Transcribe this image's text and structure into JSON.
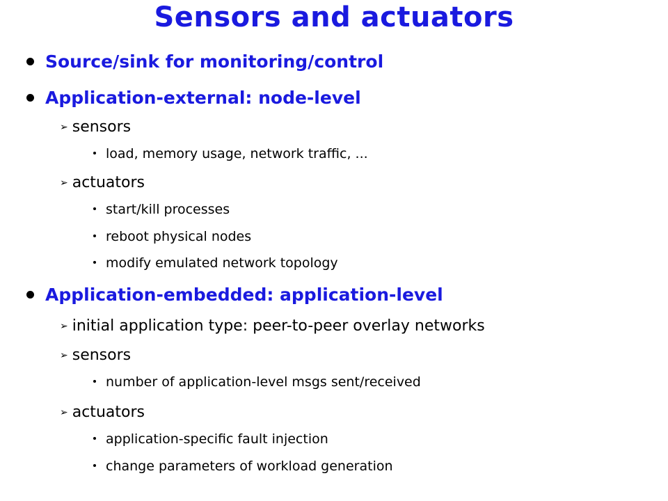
{
  "title": "Sensors and actuators",
  "items": [
    {
      "level": 1,
      "text": "Source/sink for monitoring/control"
    },
    {
      "level": 1,
      "text": "Application-external: node-level"
    },
    {
      "level": 2,
      "text": "sensors"
    },
    {
      "level": 3,
      "text": "load, memory usage, network traffic, ..."
    },
    {
      "level": 2,
      "text": "actuators"
    },
    {
      "level": 3,
      "text": "start/kill processes"
    },
    {
      "level": 3,
      "text": "reboot physical nodes"
    },
    {
      "level": 3,
      "text": "modify emulated network topology"
    },
    {
      "level": 1,
      "text": "Application-embedded: application-level"
    },
    {
      "level": 2,
      "text": "initial application type: peer-to-peer overlay networks"
    },
    {
      "level": 2,
      "text": "sensors"
    },
    {
      "level": 3,
      "text": "number of application-level msgs sent/received"
    },
    {
      "level": 2,
      "text": "actuators"
    },
    {
      "level": 3,
      "text": "application-specific fault injection"
    },
    {
      "level": 3,
      "text": "change parameters of workload generation"
    }
  ],
  "colors": {
    "heading": "#1a1adf",
    "body": "#000000"
  },
  "icons": {
    "level1": "filled-circle-bullet-icon",
    "level2": "arrowhead-bullet-icon",
    "level3": "small-dot-bullet-icon"
  }
}
